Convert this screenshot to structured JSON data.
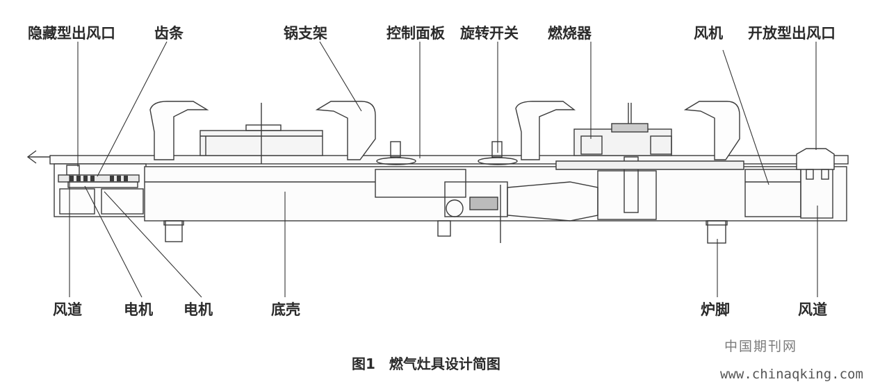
{
  "labels": {
    "hidden_outlet": "隐藏型出风口",
    "rack": "齿条",
    "pot_support": "锅支架",
    "control_panel": "控制面板",
    "rotary_switch": "旋转开关",
    "burner": "燃烧器",
    "fan": "风机",
    "open_outlet": "开放型出风口",
    "air_duct_left": "风道",
    "motor_1": "电机",
    "motor_2": "电机",
    "bottom_shell": "底壳",
    "stove_foot": "炉脚",
    "air_duct_right": "风道"
  },
  "caption": "图1　燃气灶具设计简图",
  "watermark": {
    "line1": "中国期刊网",
    "line2": "www.chinaqking.com"
  }
}
